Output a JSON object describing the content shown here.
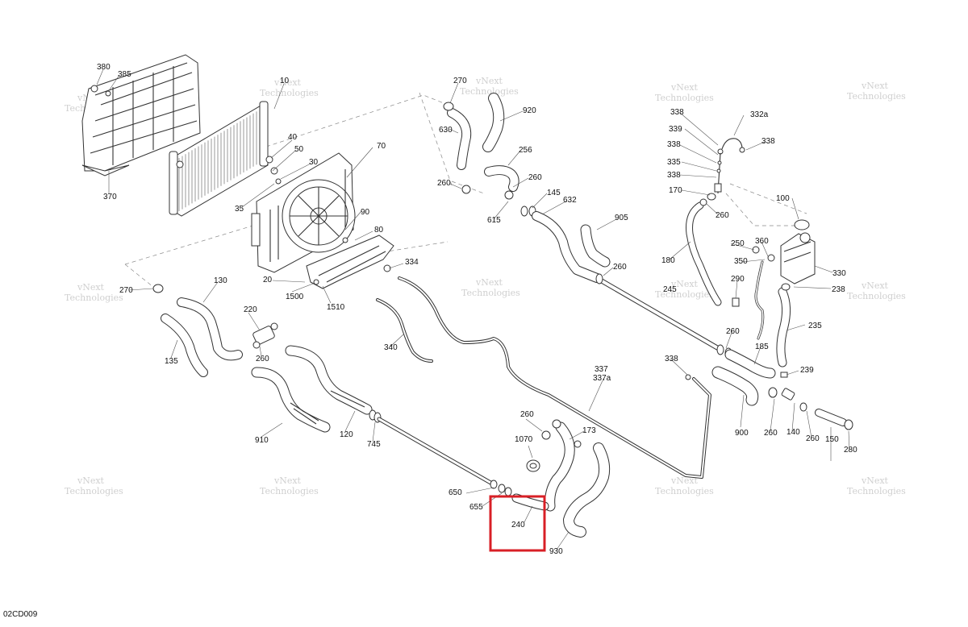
{
  "diagram_code": "02CD009",
  "watermark": {
    "line1": "vNext",
    "line2": "Technologies",
    "full": "vNext Technologies"
  },
  "highlight": {
    "part": "240",
    "color": "#d81f26"
  },
  "labels": [
    {
      "id": "380",
      "text": "380"
    },
    {
      "id": "385",
      "text": "385"
    },
    {
      "id": "370",
      "text": "370"
    },
    {
      "id": "10",
      "text": "10"
    },
    {
      "id": "40",
      "text": "40"
    },
    {
      "id": "50",
      "text": "50"
    },
    {
      "id": "30",
      "text": "30"
    },
    {
      "id": "35",
      "text": "35"
    },
    {
      "id": "70",
      "text": "70"
    },
    {
      "id": "90",
      "text": "90"
    },
    {
      "id": "80",
      "text": "80"
    },
    {
      "id": "334",
      "text": "334"
    },
    {
      "id": "20",
      "text": "20"
    },
    {
      "id": "1500",
      "text": "1500"
    },
    {
      "id": "1510",
      "text": "1510"
    },
    {
      "id": "270a",
      "text": "270"
    },
    {
      "id": "130",
      "text": "130"
    },
    {
      "id": "135",
      "text": "135"
    },
    {
      "id": "220",
      "text": "220"
    },
    {
      "id": "260a",
      "text": "260"
    },
    {
      "id": "910",
      "text": "910"
    },
    {
      "id": "120",
      "text": "120"
    },
    {
      "id": "745",
      "text": "745"
    },
    {
      "id": "340",
      "text": "340"
    },
    {
      "id": "270b",
      "text": "270"
    },
    {
      "id": "920",
      "text": "920"
    },
    {
      "id": "630",
      "text": "630"
    },
    {
      "id": "256",
      "text": "256"
    },
    {
      "id": "260b",
      "text": "260"
    },
    {
      "id": "260c",
      "text": "260"
    },
    {
      "id": "145",
      "text": "145"
    },
    {
      "id": "615",
      "text": "615"
    },
    {
      "id": "632",
      "text": "632"
    },
    {
      "id": "905",
      "text": "905"
    },
    {
      "id": "260d",
      "text": "260"
    },
    {
      "id": "338a",
      "text": "338"
    },
    {
      "id": "332a",
      "text": "332a"
    },
    {
      "id": "339",
      "text": "339"
    },
    {
      "id": "338b",
      "text": "338"
    },
    {
      "id": "338c",
      "text": "338"
    },
    {
      "id": "335",
      "text": "335"
    },
    {
      "id": "338d",
      "text": "338"
    },
    {
      "id": "170",
      "text": "170"
    },
    {
      "id": "260e",
      "text": "260"
    },
    {
      "id": "100",
      "text": "100"
    },
    {
      "id": "250",
      "text": "250"
    },
    {
      "id": "360",
      "text": "360"
    },
    {
      "id": "350",
      "text": "350"
    },
    {
      "id": "330",
      "text": "330"
    },
    {
      "id": "180",
      "text": "180"
    },
    {
      "id": "290",
      "text": "290"
    },
    {
      "id": "238",
      "text": "238"
    },
    {
      "id": "245",
      "text": "245"
    },
    {
      "id": "235",
      "text": "235"
    },
    {
      "id": "260f",
      "text": "260"
    },
    {
      "id": "185",
      "text": "185"
    },
    {
      "id": "338e",
      "text": "338"
    },
    {
      "id": "337",
      "text": "337"
    },
    {
      "id": "337a",
      "text": "337a"
    },
    {
      "id": "239",
      "text": "239"
    },
    {
      "id": "900",
      "text": "900"
    },
    {
      "id": "260g",
      "text": "260"
    },
    {
      "id": "140",
      "text": "140"
    },
    {
      "id": "260h",
      "text": "260"
    },
    {
      "id": "150",
      "text": "150"
    },
    {
      "id": "280",
      "text": "280"
    },
    {
      "id": "260i",
      "text": "260"
    },
    {
      "id": "173",
      "text": "173"
    },
    {
      "id": "1070",
      "text": "1070"
    },
    {
      "id": "650",
      "text": "650"
    },
    {
      "id": "655",
      "text": "655"
    },
    {
      "id": "240",
      "text": "240"
    },
    {
      "id": "930",
      "text": "930"
    }
  ]
}
